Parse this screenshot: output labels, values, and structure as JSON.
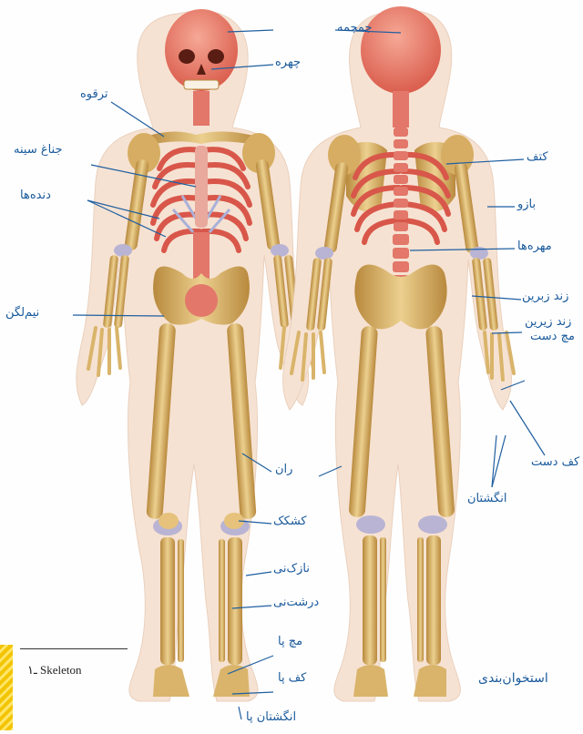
{
  "labels": {
    "skull": "جمجمه",
    "face": "چهره",
    "clavicle": "ترقوه",
    "sternum": "جناغ سینه",
    "ribs": "دنده‌ها",
    "pelvis": "نیم‌لگن",
    "scapula": "کتف",
    "humerus": "بازو",
    "vertebrae": "مهره‌ها",
    "ulna": "زند زبرین",
    "radius": "زند زیرین",
    "wrist": "مچ دست",
    "palm": "کف دست",
    "fingers": "انگشتان",
    "femur": "ران",
    "patella": "کشکک",
    "fibula": "نازک‌نی",
    "tibia": "درشت‌نی",
    "ankle": "مچ پا",
    "sole": "کف پا",
    "toes": "انگشتان پا"
  },
  "caption": "استخوان‌بندی",
  "footnote": "۱ـ Skeleton",
  "colors": {
    "label_text": "#1a5a9c",
    "leader_line": "#1f5fa0",
    "bone": "#d9b46a",
    "bone_dark": "#a97c35",
    "red_bone": "#e06a5a",
    "skin": "#f4dccb",
    "cartilage": "#b9b4d4"
  }
}
